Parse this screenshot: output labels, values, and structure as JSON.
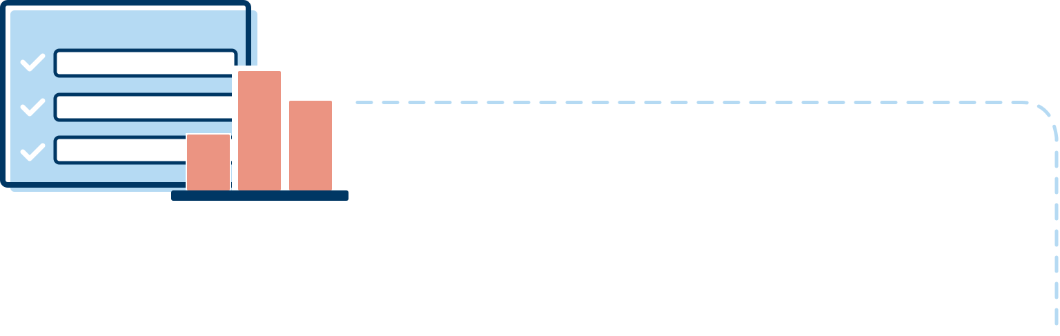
{
  "colors": {
    "navy": "#003764",
    "light_blue": "#b5daf3",
    "salmon": "#eb9482",
    "white": "#ffffff",
    "dash": "#b5daf3"
  },
  "icons": {
    "checklist": "checklist-icon",
    "check": "checkmark-icon",
    "bar_chart": "bar-chart-icon",
    "connector": "dashed-connector-line"
  },
  "checklist": {
    "item_count": 3,
    "all_checked": true
  },
  "bar_chart": {
    "bar_count": 3,
    "relative_heights": [
      0.47,
      1.0,
      0.75
    ]
  }
}
